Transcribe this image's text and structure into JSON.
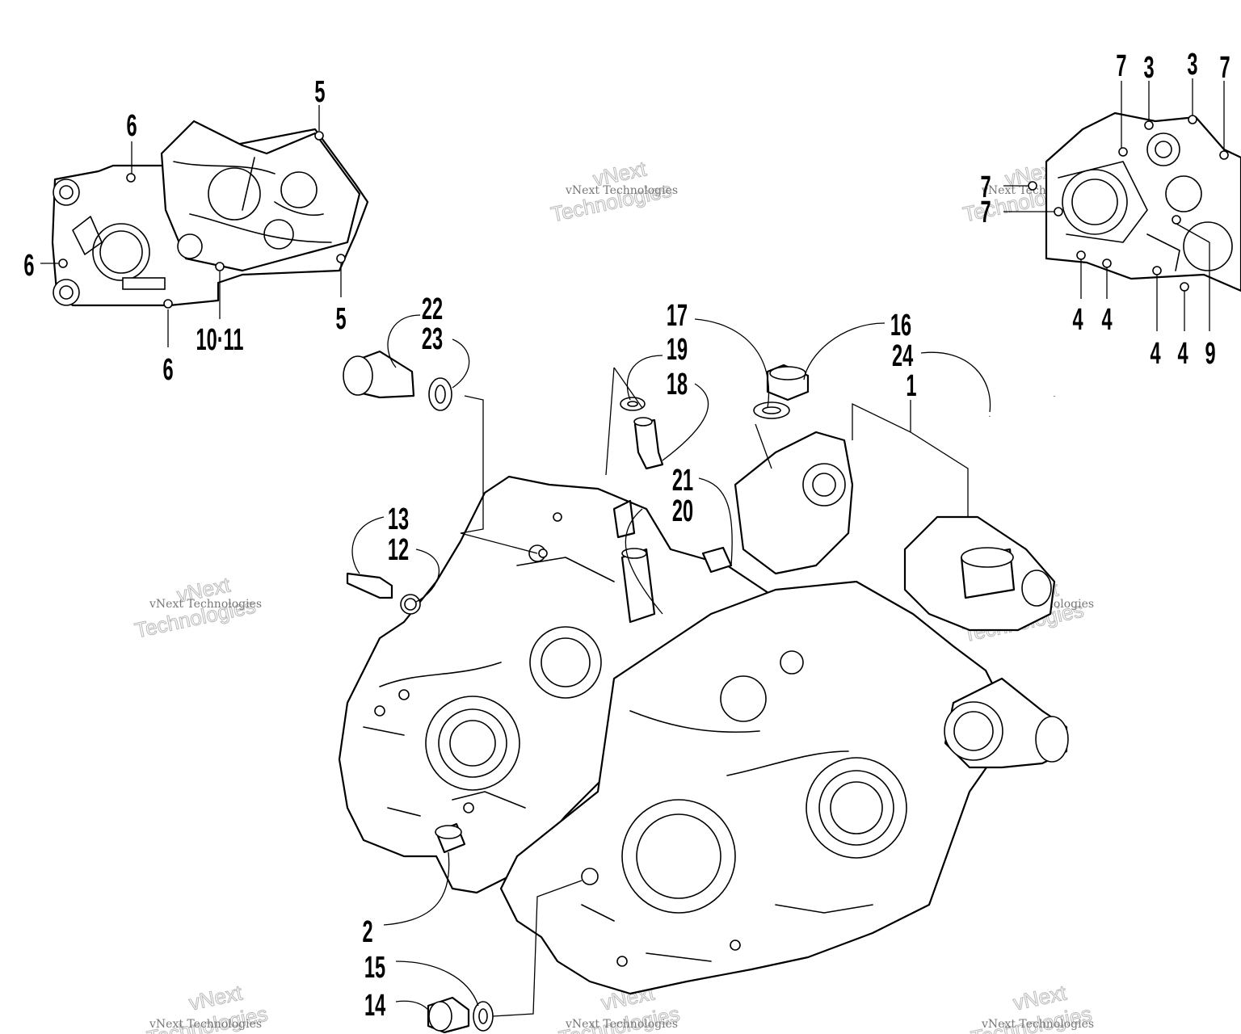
{
  "colors": {
    "ink": "#000000",
    "paper": "#ffffff",
    "watermark": "#b9b9b9"
  },
  "watermark": {
    "line1": "vNext",
    "line2": "Technologies",
    "small": "vNext Technologies"
  },
  "callouts": {
    "c1": "1",
    "c2": "2",
    "c3a": "3",
    "c3b": "3",
    "c4a": "4",
    "c4b": "4",
    "c4c": "4",
    "c4d": "4",
    "c5a": "5",
    "c5b": "5",
    "c6a": "6",
    "c6b": "6",
    "c6c": "6",
    "c7a": "7",
    "c7b": "7",
    "c7c": "7",
    "c7d": "7",
    "c9": "9",
    "c1011": "10·11",
    "c12": "12",
    "c13": "13",
    "c14": "14",
    "c15": "15",
    "c16": "16",
    "c17": "17",
    "c18": "18",
    "c19": "19",
    "c20": "20",
    "c21": "21",
    "c22": "22",
    "c23": "23",
    "c24": "24"
  }
}
